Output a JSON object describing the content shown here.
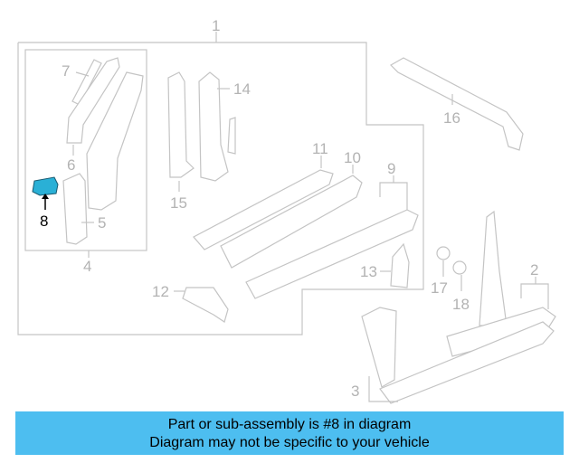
{
  "diagram": {
    "highlight_color": "#2ab0d6",
    "callouts": [
      "1",
      "2",
      "3",
      "4",
      "5",
      "6",
      "7",
      "8",
      "9",
      "10",
      "11",
      "12",
      "13",
      "14",
      "15",
      "16",
      "17",
      "18"
    ],
    "highlighted_part": "8"
  },
  "banner": {
    "line1": "Part or sub-assembly is #8 in diagram",
    "line2": "Diagram may not be specific to your vehicle",
    "background": "#4dbef0"
  }
}
